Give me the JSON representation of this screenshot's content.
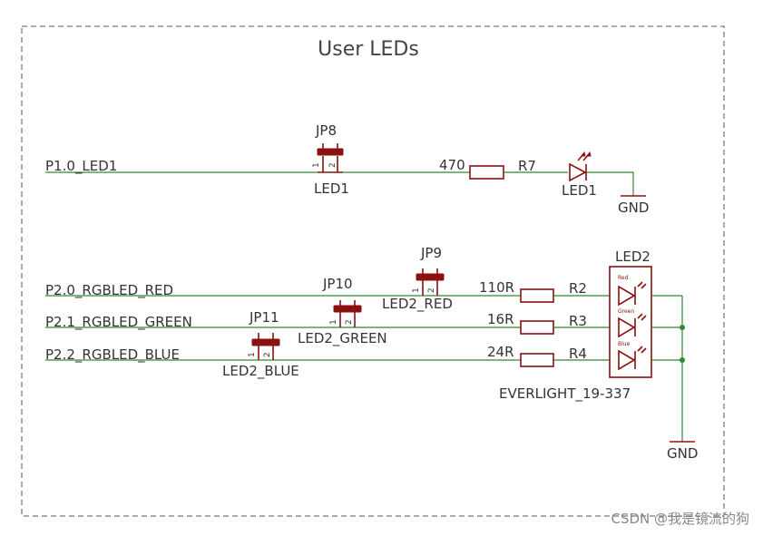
{
  "title": "User LEDs",
  "nets": {
    "p10": "P1.0_LED1",
    "p20": "P2.0_RGBLED_RED",
    "p21": "P2.1_RGBLED_GREEN",
    "p22": "P2.2_RGBLED_BLUE",
    "gnd": "GND"
  },
  "jumpers": [
    {
      "ref": "JP8",
      "value": "LED1"
    },
    {
      "ref": "JP9",
      "value": "LED2_RED"
    },
    {
      "ref": "JP10",
      "value": "LED2_GREEN"
    },
    {
      "ref": "JP11",
      "value": "LED2_BLUE"
    }
  ],
  "pin_numbers": [
    "1",
    "2"
  ],
  "resistors": [
    {
      "ref": "R7",
      "value": "470"
    },
    {
      "ref": "R2",
      "value": "110R"
    },
    {
      "ref": "R3",
      "value": "16R"
    },
    {
      "ref": "R4",
      "value": "24R"
    }
  ],
  "led1": {
    "ref": "LED1"
  },
  "led2": {
    "ref": "LED2",
    "part": "EVERLIGHT_19-337",
    "channels": [
      "Red",
      "Green",
      "Blue"
    ]
  },
  "watermark": "CSDN @我是镜流的狗",
  "colors": {
    "wire": "#2e8b2e",
    "component": "#8b1010",
    "text": "#333333"
  }
}
